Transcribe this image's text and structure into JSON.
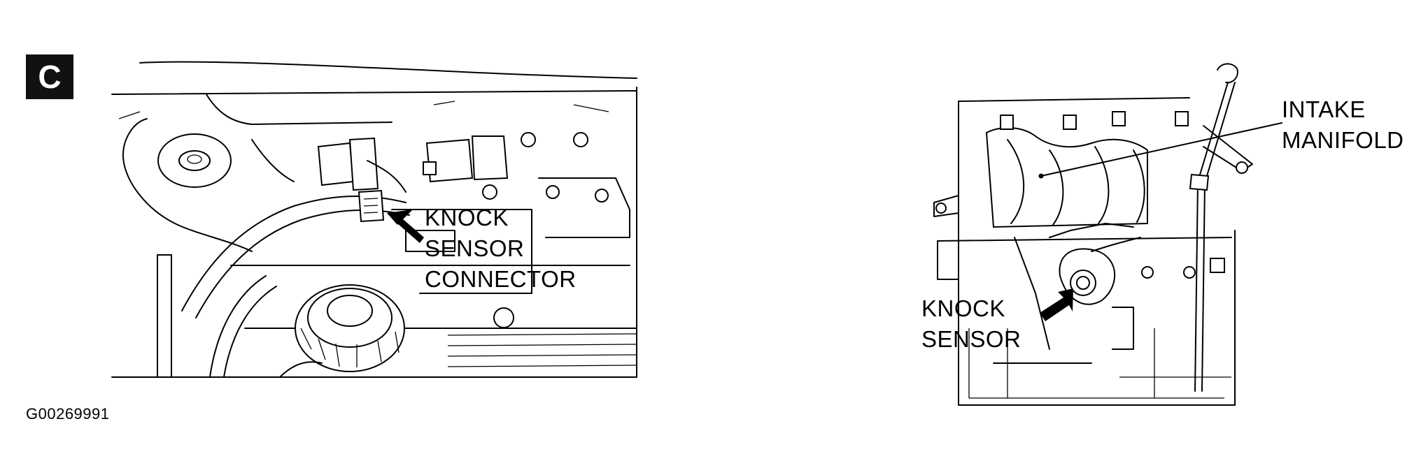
{
  "figure": {
    "badge": "C",
    "figure_id": "G00269991"
  },
  "callouts": {
    "left_label_lines": [
      "KNOCK",
      "SENSOR",
      "CONNECTOR"
    ],
    "right_sensor_lines": [
      "KNOCK",
      "SENSOR"
    ],
    "right_manifold_lines": [
      "INTAKE",
      "MANIFOLD"
    ]
  },
  "icons": {
    "left_arrow": "black-pointer-arrow",
    "right_arrow": "black-pointer-arrow"
  }
}
